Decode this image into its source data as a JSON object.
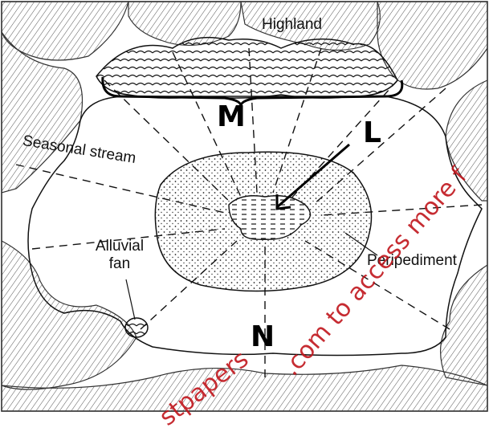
{
  "labels": {
    "highland": "Highland",
    "seasonal_stream": "Seasonal stream",
    "alluvial_fan_line1": "Alluvial",
    "alluvial_fan_line2": "fan",
    "peripediment": "Peripediment"
  },
  "handwritten_marks": {
    "mark_top": "M",
    "mark_right": "L",
    "mark_bottom": "N"
  },
  "watermark": {
    "text_left": "stpapers",
    "text_mid": ".com to access more f"
  },
  "colors": {
    "ink": "#111111",
    "watermark": "#c0161c"
  }
}
